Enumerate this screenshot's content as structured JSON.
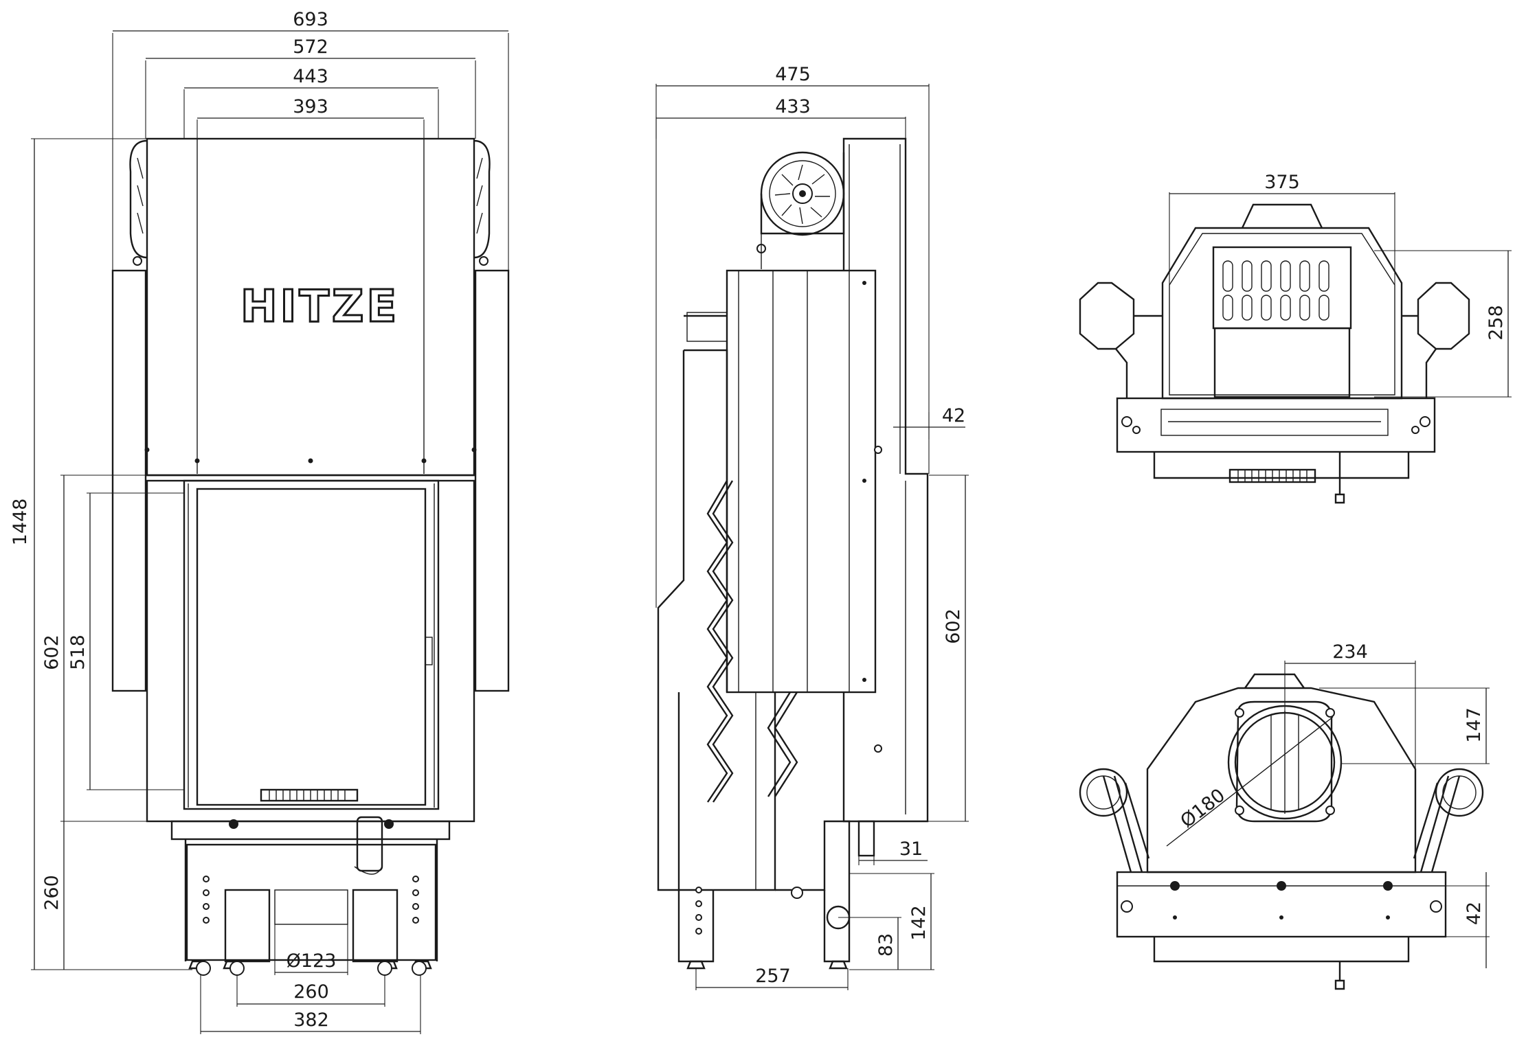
{
  "brand": {
    "logo": "HITZE"
  },
  "front_view": {
    "width_overall": "693",
    "width_body": "572",
    "width_inner": "443",
    "width_door": "393",
    "height_overall": "1448",
    "height_glass_frame": "602",
    "height_glass": "518",
    "height_legs": "260",
    "outlet_diameter": "123",
    "foot_spacing_inner": "260",
    "foot_spacing_outer": "382"
  },
  "side_view": {
    "depth_overall": "475",
    "depth_body": "433",
    "panel_offset": "42",
    "glass_height": "602",
    "air_inlet_offset": "31",
    "air_inlet_height": "142",
    "air_inlet_center": "83",
    "foot_depth": "257"
  },
  "top_view": {
    "firebox_width": "375",
    "firebox_depth": "258"
  },
  "bottom_view": {
    "flue_offset": "234",
    "flue_depth": "147",
    "flue_diameter": "180",
    "base_offset": "42"
  }
}
